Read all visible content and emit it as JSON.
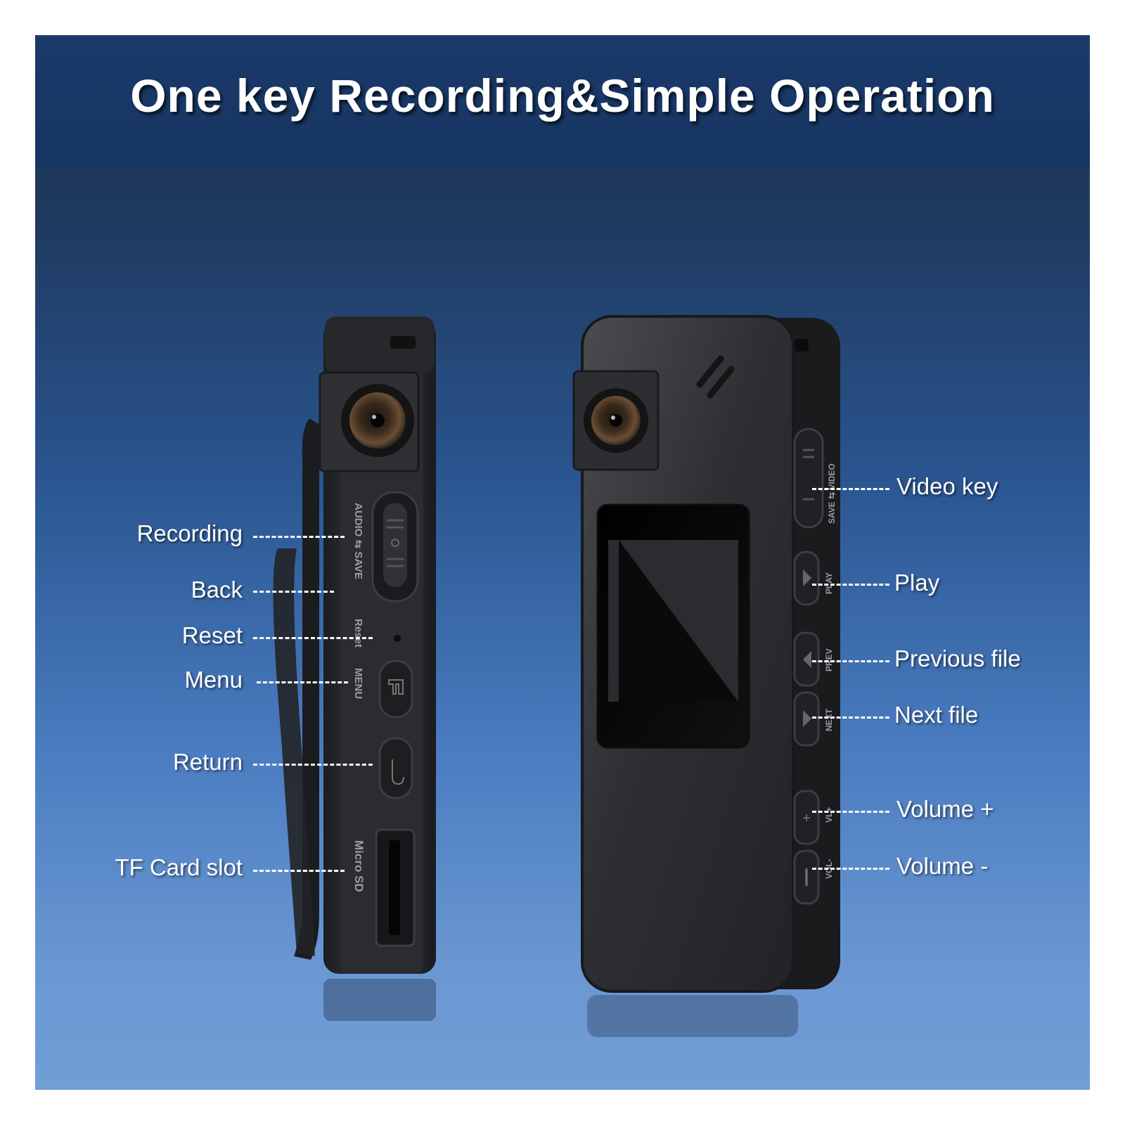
{
  "title": "One key Recording&Simple Operation",
  "left_labels": [
    {
      "id": "recording",
      "text": "Recording"
    },
    {
      "id": "back",
      "text": "Back"
    },
    {
      "id": "reset",
      "text": "Reset"
    },
    {
      "id": "menu",
      "text": "Menu"
    },
    {
      "id": "return",
      "text": "Return"
    },
    {
      "id": "tf-card-slot",
      "text": "TF Card slot"
    }
  ],
  "right_labels": [
    {
      "id": "video-key",
      "text": "Video key"
    },
    {
      "id": "play",
      "text": "Play"
    },
    {
      "id": "previous-file",
      "text": "Previous file"
    },
    {
      "id": "next-file",
      "text": "Next file"
    },
    {
      "id": "volume-plus",
      "text": "Volume +"
    },
    {
      "id": "volume-minus",
      "text": "Volume -"
    }
  ],
  "side_engravings": {
    "audio_save": "AUDIO ⇆ SAVE",
    "reset": "Reset",
    "menu": "MENU",
    "micro_sd": "Micro SD"
  },
  "right_engravings": {
    "save_video": "SAVE ⇆ VIDEO",
    "play": "PLAY",
    "prev": "PREV",
    "next": "NEXT",
    "vol_plus": "VL+",
    "vol_minus": "VOL-"
  },
  "colors": {
    "banner": "#173562",
    "device_body": "#2b2d31",
    "label_text": "#ffffff"
  }
}
